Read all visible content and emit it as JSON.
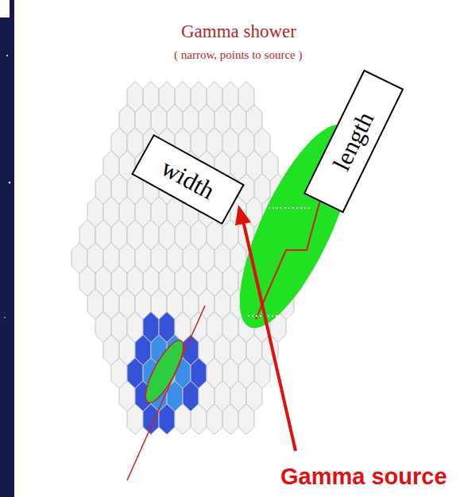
{
  "diagram": {
    "title": "Gamma shower",
    "nodes": [
      {
        "text": [
          "width"
        ]
      },
      {
        "text": [
          "length"
        ]
      }
    ],
    "labels": [
      "( narrow, points to source )",
      "Gamma source"
    ]
  }
}
